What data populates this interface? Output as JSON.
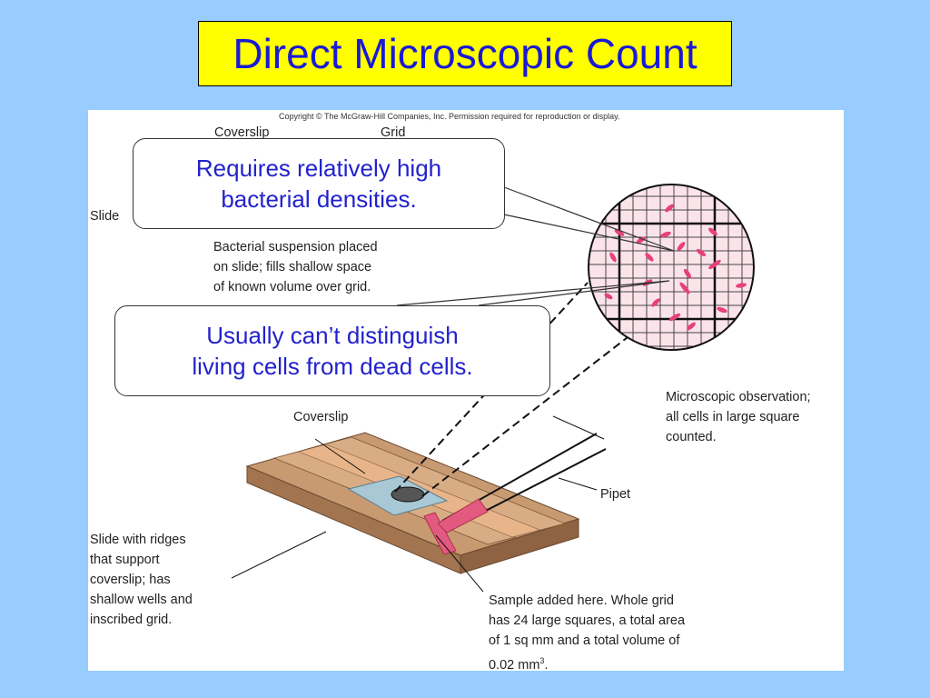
{
  "slide": {
    "title": "Direct Microscopic Count",
    "colors": {
      "background": "#99ccff",
      "title_box": "#ffff00",
      "title_text": "#1a1ad4",
      "callout_text": "#2222cc",
      "bacteria": "#e8407a"
    }
  },
  "figure": {
    "copyright": "Copyright © The McGraw-Hill Companies, Inc. Permission required for reproduction or display.",
    "labels": {
      "coverslip_top": "Coverslip",
      "grid": "Grid",
      "slide": "Slide",
      "suspension": "Bacterial suspension placed\non slide; fills shallow space\nof known volume over grid.",
      "microscopic": "Microscopic observation;\nall cells in large square\ncounted.",
      "coverslip_bottom": "Coverslip",
      "pipet": "Pipet",
      "slide_ridges": "Slide with ridges\nthat support\ncoverslip; has\nshallow wells and\ninscribed grid.",
      "sample_main": "Sample added here. Whole grid\nhas 24 large squares, a total area\nof 1 sq mm and a total volume of\n0.02 mm",
      "sample_sup": "3",
      "sample_end": "."
    }
  },
  "callouts": {
    "density": "Requires relatively high\nbacterial densities.",
    "living": "Usually can’t distinguish\nliving cells from dead cells."
  }
}
